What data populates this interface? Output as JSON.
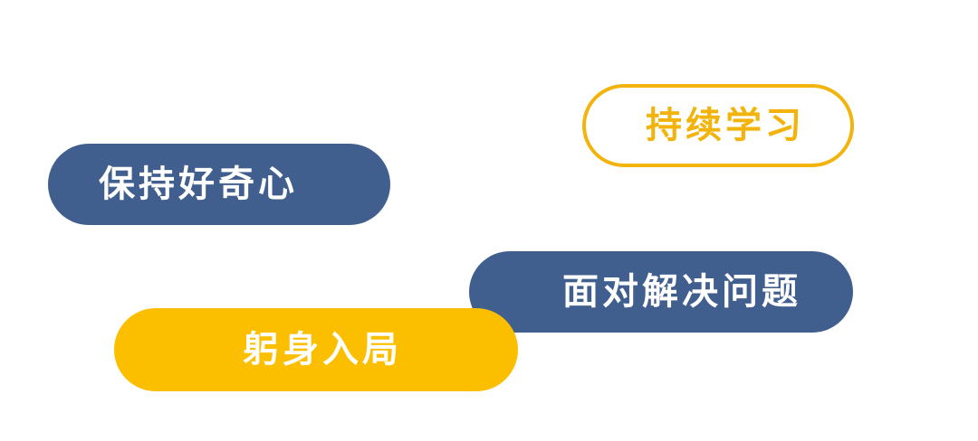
{
  "colors": {
    "background": "#FFFFFF",
    "navy": "#405E8E",
    "gold": "#FBBF00",
    "gold_outline": "#F2B40C",
    "white_text": "#FFFFFF"
  },
  "pills": [
    {
      "id": "learn",
      "label": "持续学习",
      "style": "outline"
    },
    {
      "id": "curious",
      "label": "保持好奇心",
      "style": "navy"
    },
    {
      "id": "problem",
      "label": "面对解决问题",
      "style": "navy"
    },
    {
      "id": "involve",
      "label": "躬身入局",
      "style": "gold"
    }
  ]
}
